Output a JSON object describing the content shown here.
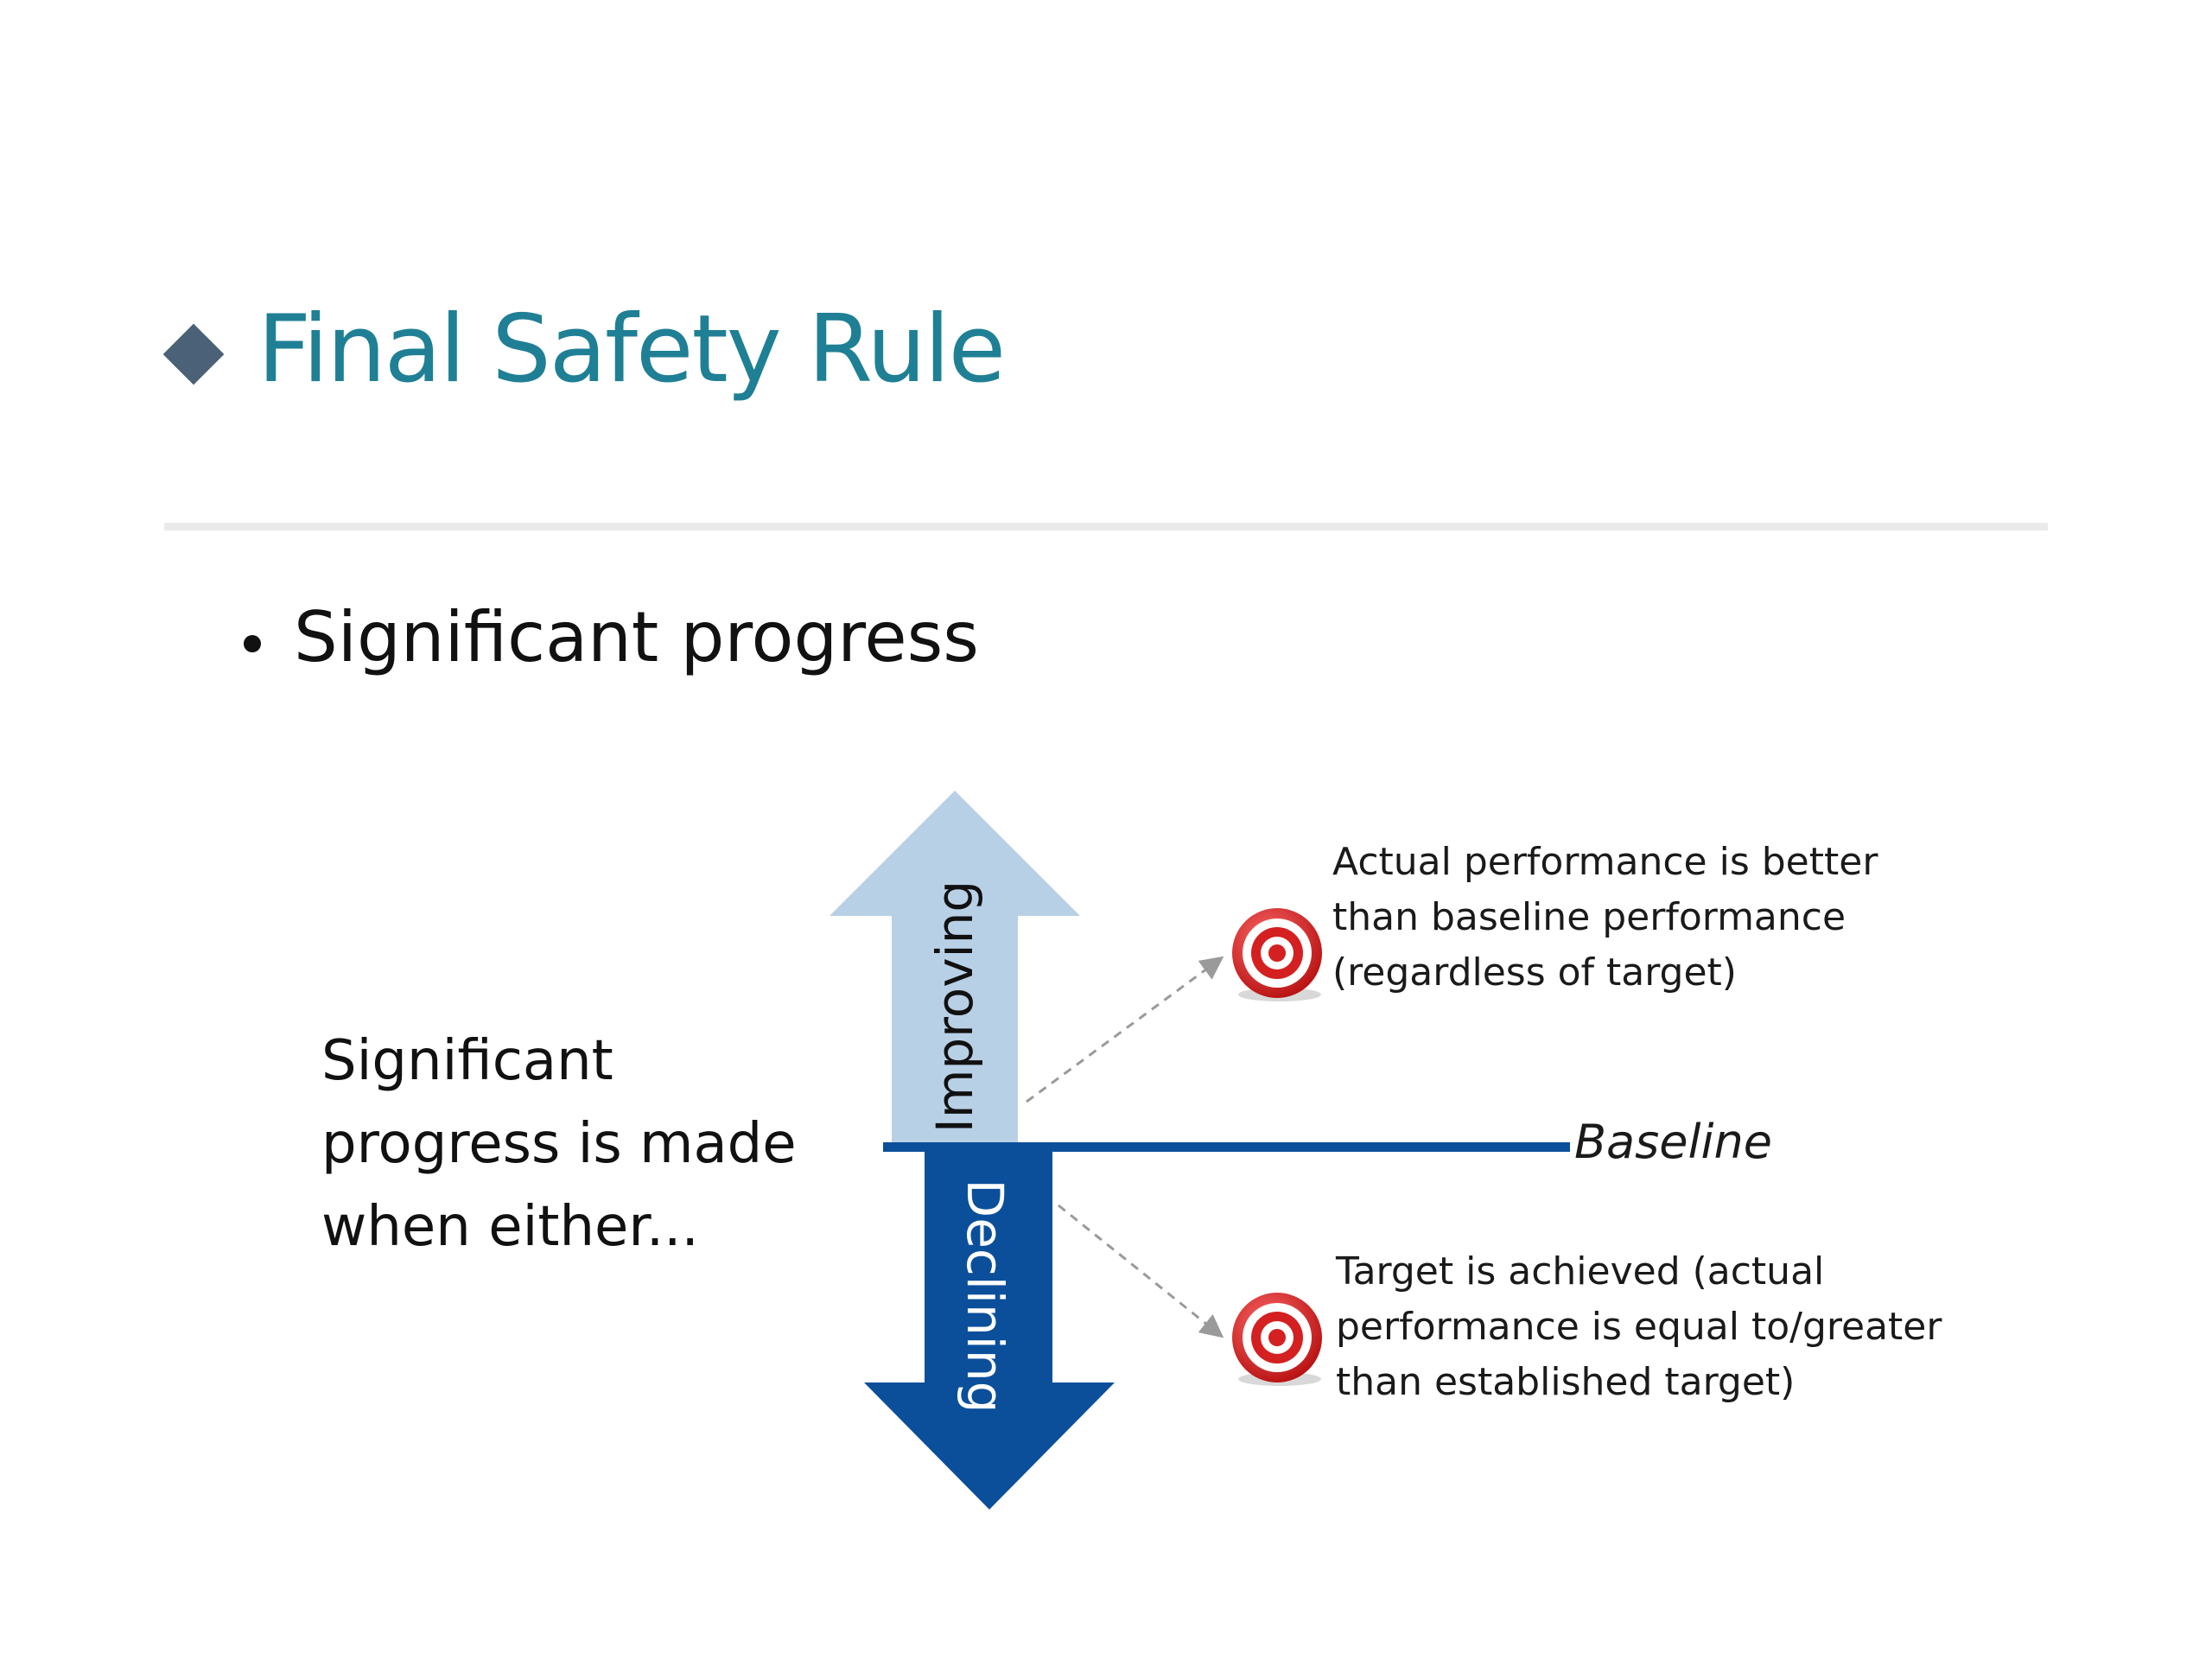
{
  "slide": {
    "title": "Final Safety Rule",
    "bullet": "Significant progress",
    "intro_lines": [
      "Significant",
      "progress is made",
      "when either..."
    ]
  },
  "diagram": {
    "up_arrow_label": "Improving",
    "down_arrow_label": "Declining",
    "baseline_label": "Baseline",
    "top_note_lines": [
      "Actual performance is better",
      "than baseline performance",
      "(regardless of target)"
    ],
    "bottom_note_lines": [
      "Target is achieved (actual",
      "performance is equal to/greater",
      "than established target)"
    ],
    "icons": [
      "target-icon",
      "target-icon"
    ]
  },
  "colors": {
    "title": "#1f7f95",
    "diamond": "#4a6178",
    "up_arrow": "#b8d0e6",
    "down_arrow": "#0b4f9b",
    "baseline": "#0b4f9b",
    "target_red": "#d42020"
  }
}
